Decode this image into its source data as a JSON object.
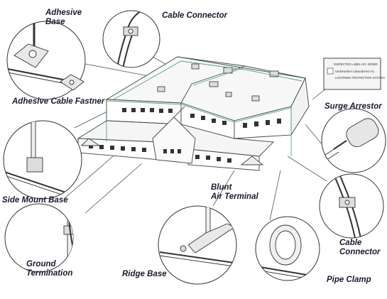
{
  "labels": {
    "adhesive_base": [
      "Adhesive",
      "Base"
    ],
    "cable_connector_top": "Cable Connector",
    "adhesive_cable_fastener": "Adhesive Cable Fastner",
    "surge_arrestor": "Surge Arrestor",
    "side_mount_base": "Side Mount Base",
    "blunt_air_terminal": [
      "Blunt",
      "Air Terminal"
    ],
    "cable_connector_right": [
      "Cable",
      "Connector"
    ],
    "ground_termination": [
      "Ground",
      "Termination"
    ],
    "ridge_base": "Ridge Base",
    "pipe_clamp": "Pipe Clamp"
  },
  "inspection_plate": {
    "lines": [
      "INSPECTED LABEL NO. 000000",
      "Underwriters Laboratories Inc.",
      "LIGHTNING PROTECTION SYSTEM"
    ]
  },
  "colors": {
    "line": "#2b2b2b",
    "building_line": "#3a4a3a",
    "conductor": "#5aa08a",
    "label": "#1a1a2e"
  },
  "icons": [
    "adhesive-base-icon",
    "cable-connector-icon",
    "adhesive-cable-fastener-icon",
    "surge-arrestor-icon",
    "side-mount-base-icon",
    "ground-termination-icon",
    "blunt-air-terminal-icon",
    "ridge-base-icon",
    "pipe-clamp-icon",
    "inspection-label-icon",
    "building-icon"
  ]
}
